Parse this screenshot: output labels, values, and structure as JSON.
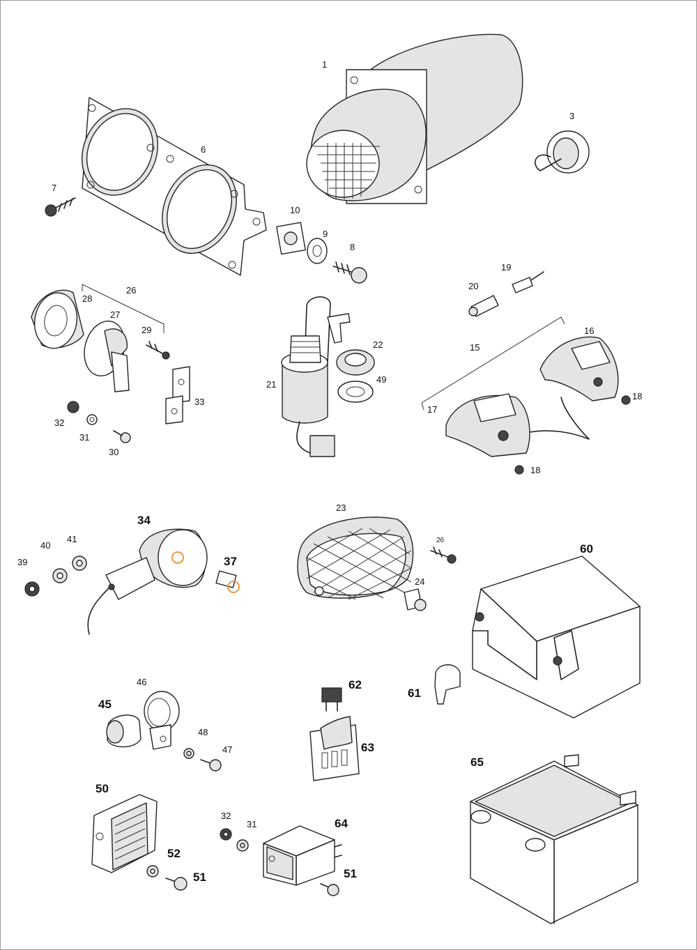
{
  "callouts": {
    "c1": "1",
    "c3": "3",
    "c6": "6",
    "c7": "7",
    "c8": "8",
    "c9": "9",
    "c10": "10",
    "c15": "15",
    "c16": "16",
    "c17": "17",
    "c18a": "18",
    "c18b": "18",
    "c19": "19",
    "c20": "20",
    "c21": "21",
    "c22": "22",
    "c23": "23",
    "c24": "24",
    "c26a": "26",
    "c26b": "26",
    "c27": "27",
    "c28": "28",
    "c29": "29",
    "c30": "30",
    "c31a": "31",
    "c31b": "31",
    "c32a": "32",
    "c32b": "32",
    "c33": "33",
    "c34": "34",
    "c37": "37",
    "c39": "39",
    "c40": "40",
    "c41": "41",
    "c45": "45",
    "c46": "46",
    "c47": "47",
    "c48": "48",
    "c49": "49",
    "c50": "50",
    "c51a": "51",
    "c51b": "51",
    "c52": "52",
    "c60": "60",
    "c61": "61",
    "c62": "62",
    "c63": "63",
    "c64": "64",
    "c65": "65"
  },
  "colors": {
    "line": "#222222",
    "shade": "#e4e4e4",
    "highlight": "#f28c28",
    "frame": "#9a9a9a"
  }
}
